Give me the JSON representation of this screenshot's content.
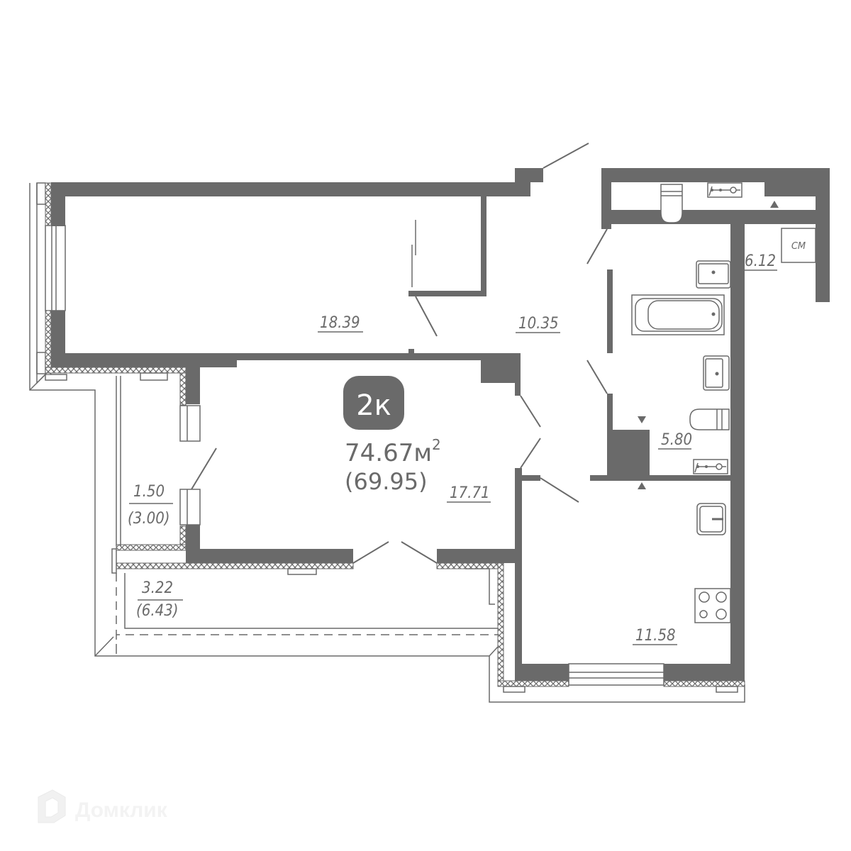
{
  "plan": {
    "type_badge": "2к",
    "total_area": "74.67м",
    "total_area_sup": "2",
    "living_area": "(69.95)",
    "wall_color": "#6a6a6a",
    "line_color": "#6a6a6a"
  },
  "rooms": [
    {
      "id": "bedroom",
      "area": "18.39"
    },
    {
      "id": "hall",
      "area": "10.35"
    },
    {
      "id": "bathroom-1",
      "area": "6.12"
    },
    {
      "id": "bathroom-2",
      "area": "5.80"
    },
    {
      "id": "living-room",
      "area": "17.71"
    },
    {
      "id": "kitchen",
      "area": "11.58"
    },
    {
      "id": "loggia-1",
      "area": "1.50",
      "area_full": "(3.00)"
    },
    {
      "id": "loggia-2",
      "area": "3.22",
      "area_full": "(6.43)"
    }
  ],
  "fixtures": {
    "washing_machine_label": "СМ"
  },
  "watermark": {
    "text": "Домклик"
  }
}
